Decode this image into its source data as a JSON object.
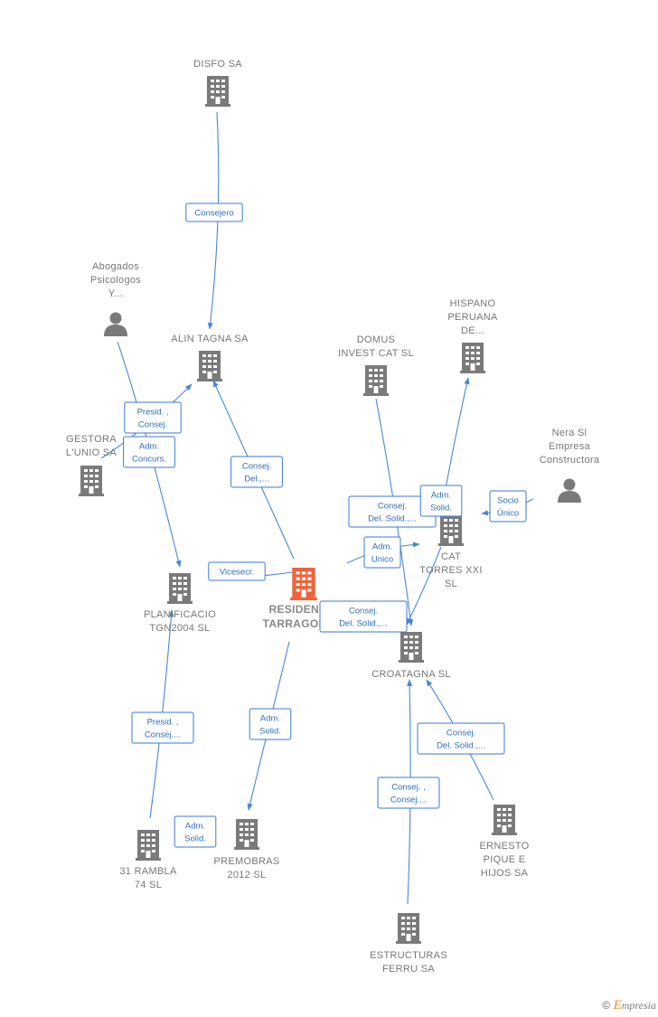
{
  "nodes": [
    {
      "id": "disfo",
      "type": "company",
      "lines": [
        "DISFO SA"
      ]
    },
    {
      "id": "abogados",
      "type": "person",
      "lines": [
        "Abogados",
        "Psicologos",
        "Y..."
      ]
    },
    {
      "id": "alin",
      "type": "company",
      "lines": [
        "ALIN TAGNA SA"
      ]
    },
    {
      "id": "domus",
      "type": "company",
      "lines": [
        "DOMUS",
        "INVEST CAT SL"
      ]
    },
    {
      "id": "hispano",
      "type": "company",
      "lines": [
        "HISPANO",
        "PERUANA",
        "DE..."
      ]
    },
    {
      "id": "nera",
      "type": "person",
      "lines": [
        "Nera Sl",
        "Empresa",
        "Constructora"
      ]
    },
    {
      "id": "gestora",
      "type": "company",
      "lines": [
        "GESTORA",
        "L'UNIO SA"
      ]
    },
    {
      "id": "cattorres",
      "type": "company",
      "lines": [
        "CAT",
        "TORRES XXI",
        "SL"
      ]
    },
    {
      "id": "planificacio",
      "type": "company",
      "lines": [
        "PLANIFICACIO",
        "TGN2004 SL"
      ]
    },
    {
      "id": "residencia",
      "type": "main",
      "lines": [
        "RESIDENCIA",
        "TARRAGONA..."
      ]
    },
    {
      "id": "croatagna",
      "type": "company",
      "lines": [
        "CROATAGNA SL"
      ]
    },
    {
      "id": "rambla",
      "type": "company",
      "lines": [
        "31 RAMBLA",
        "74 SL"
      ]
    },
    {
      "id": "premobras",
      "type": "company",
      "lines": [
        "PREMOBRAS",
        "2012 SL"
      ]
    },
    {
      "id": "ernesto",
      "type": "company",
      "lines": [
        "ERNESTO",
        "PIQUE E",
        "HIJOS SA"
      ]
    },
    {
      "id": "estructuras",
      "type": "company",
      "lines": [
        "ESTRUCTURAS",
        "FERRU SA"
      ]
    }
  ],
  "edges": [
    {
      "from": "disfo",
      "to": "alin",
      "label": [
        "Consejero"
      ]
    },
    {
      "from": "abogados",
      "to": "planificacio",
      "label": [
        "Adm.",
        "Concurs."
      ]
    },
    {
      "from": "gestora",
      "to": "alin",
      "label": [
        "Presid. ,",
        "Consej."
      ]
    },
    {
      "from": "residencia",
      "to": "alin",
      "label": [
        "Consej.",
        "Del.,..."
      ]
    },
    {
      "from": "residencia",
      "to": "planificacio",
      "label": [
        "Vicesecr."
      ]
    },
    {
      "from": "residencia",
      "to": "cattorres",
      "label": [
        "Adm.",
        "Unico"
      ]
    },
    {
      "from": "residencia",
      "to": "premobras",
      "label": [
        "Adm.",
        "Solid."
      ]
    },
    {
      "from": "domus",
      "to": "croatagna",
      "label": [
        "Consej.",
        "Del. Solid.,..."
      ]
    },
    {
      "from": "cattorres",
      "to": "hispano",
      "label": [
        "Adm.",
        "Solid."
      ]
    },
    {
      "from": "nera",
      "to": "cattorres",
      "label": [
        "Socio",
        "Único"
      ]
    },
    {
      "from": "cattorres",
      "to": "croatagna",
      "label": [
        "Consej.",
        "Del. Solid.,..."
      ]
    },
    {
      "from": "rambla",
      "to": "planificacio",
      "label": [
        "Presid. ,",
        "Consej...."
      ]
    },
    {
      "from": "ernesto",
      "to": "croatagna",
      "label": [
        "Consej.",
        "Del. Solid.,..."
      ]
    },
    {
      "from": "estructuras",
      "to": "croatagna",
      "label": [
        "Consej. ,",
        "Consej...."
      ]
    }
  ],
  "floating_labels": [
    {
      "label": [
        "Adm.",
        "Solid."
      ]
    }
  ],
  "colors": {
    "company_icon": "#7a7a7a",
    "main_icon": "#f0623a",
    "edge": "#4a86d6",
    "label_text": "#2f6fb8"
  },
  "brand": {
    "copyright": "©",
    "initial": "E",
    "rest": "mpresia"
  }
}
